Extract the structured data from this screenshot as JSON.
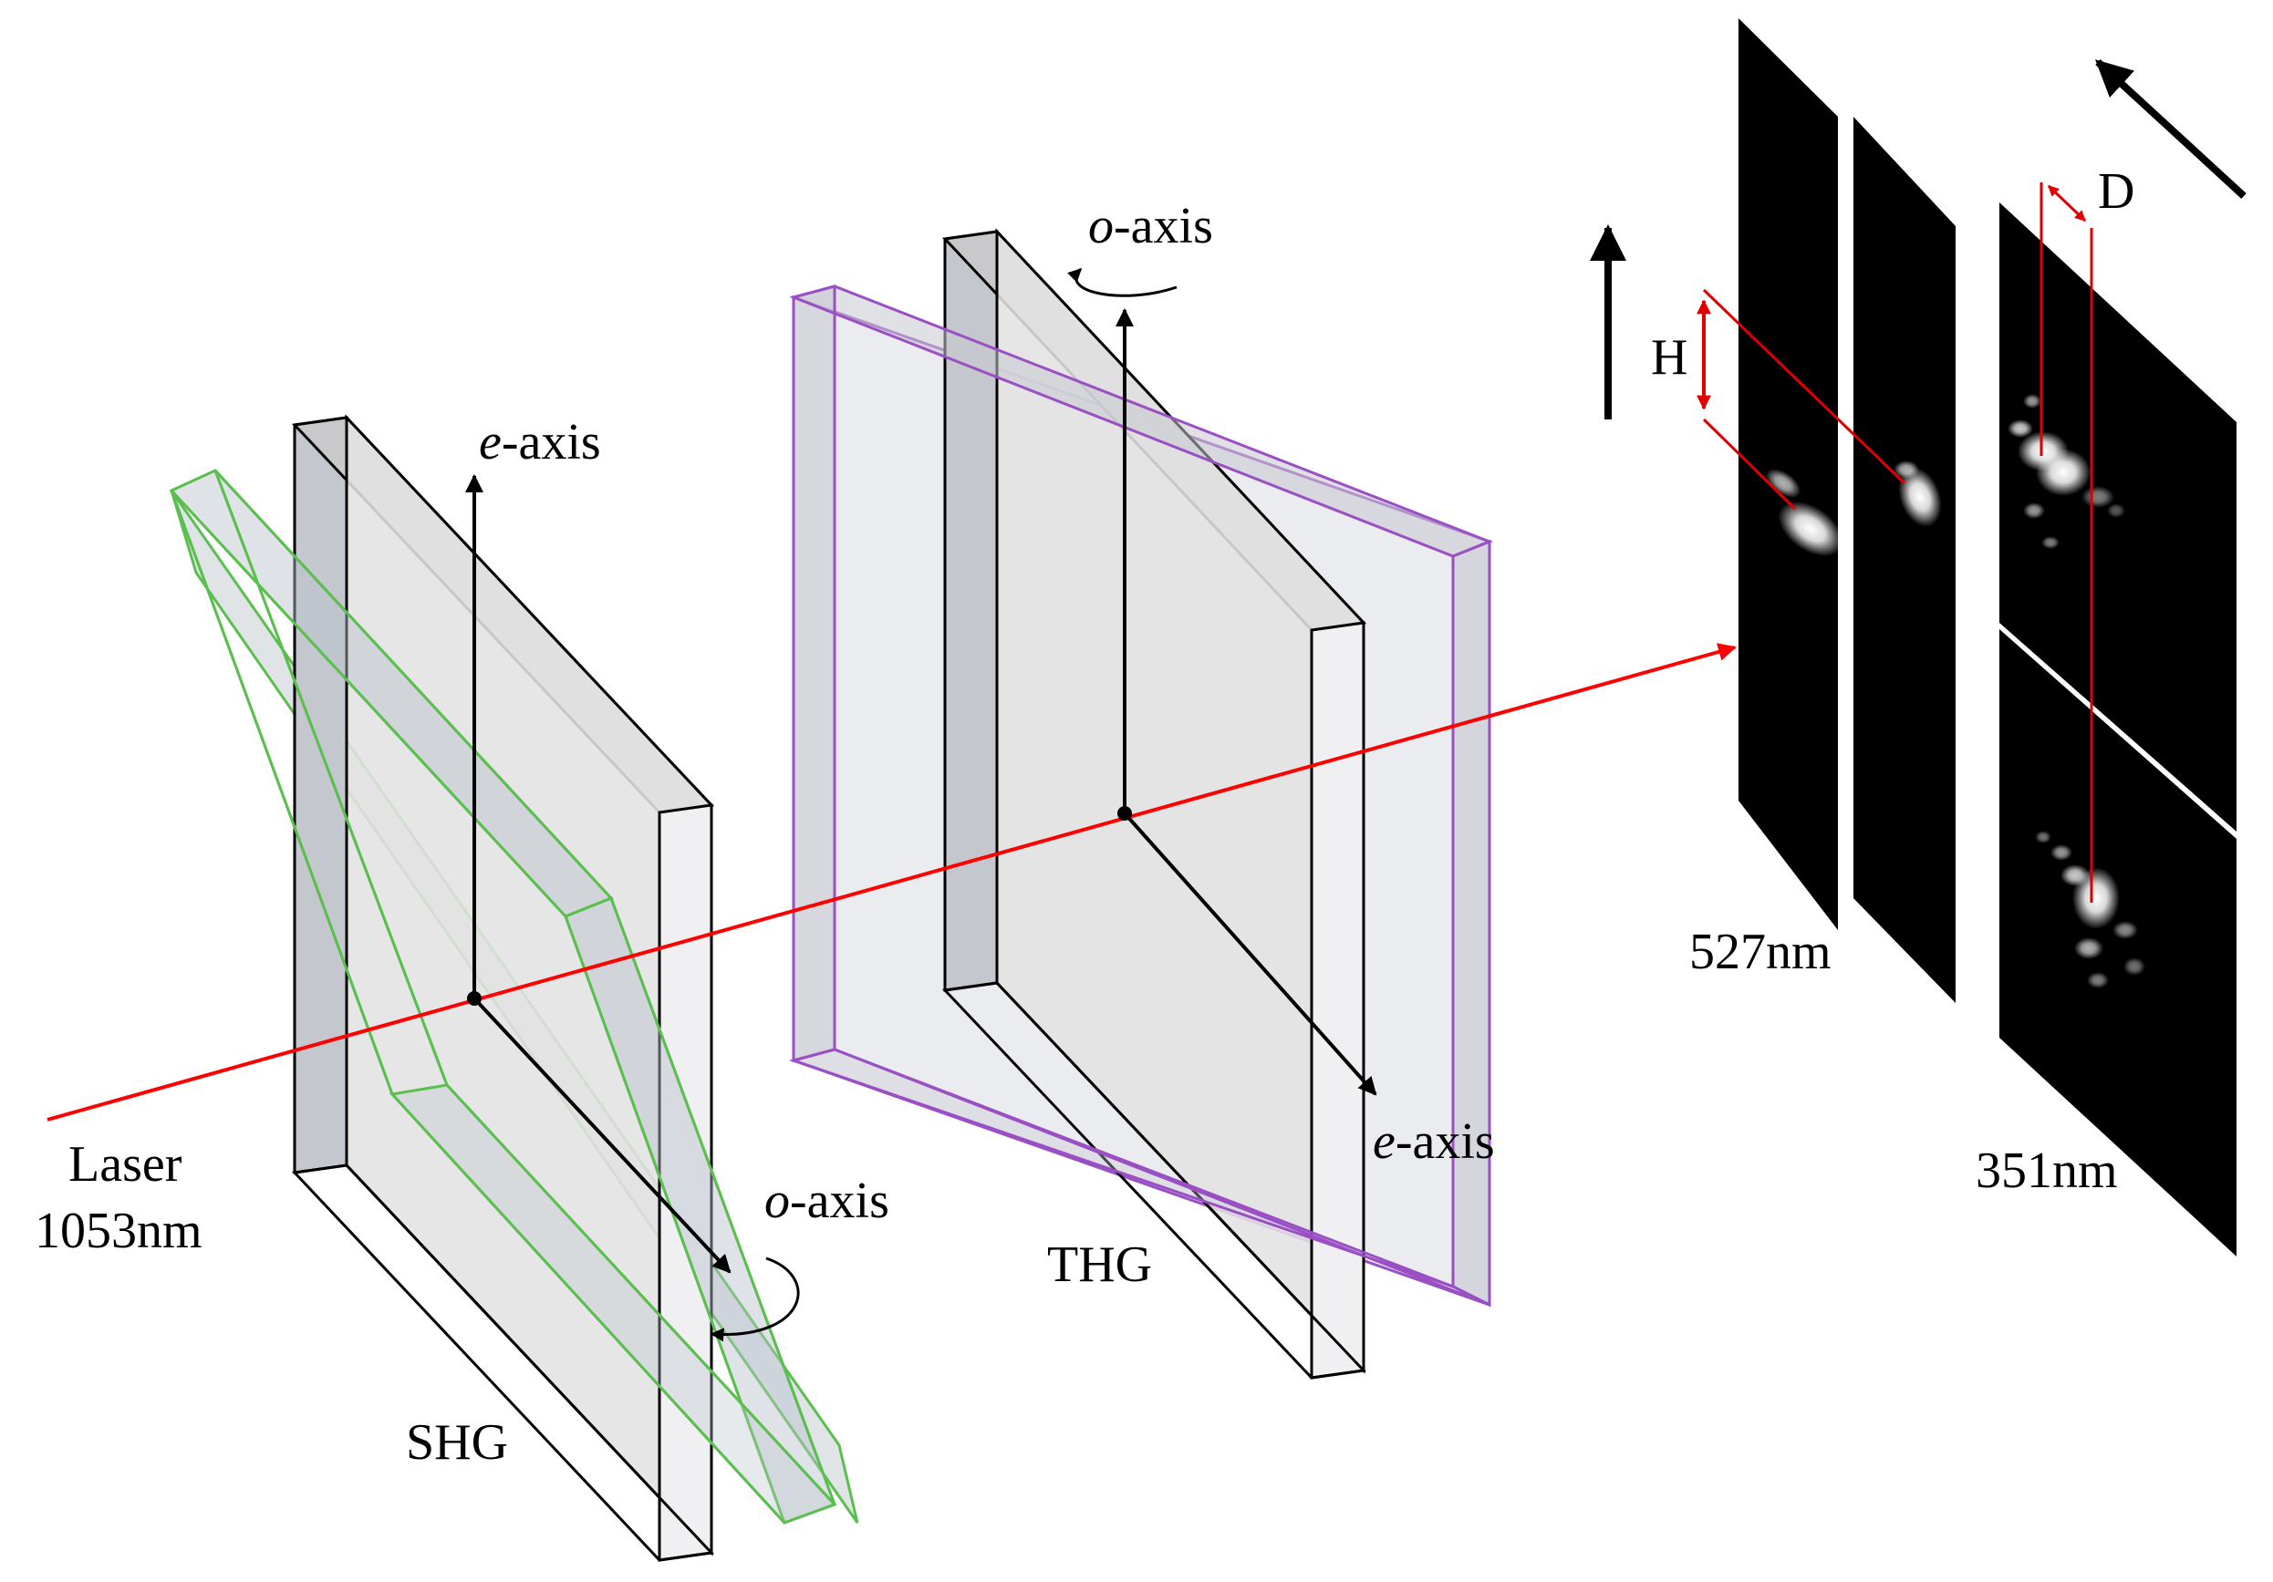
{
  "labels": {
    "laser_line1": "Laser",
    "laser_line2": "1053nm",
    "shg": "SHG",
    "thg": "THG",
    "shg_e_axis_italic": "e",
    "shg_e_axis_rest": "-axis",
    "shg_o_axis_italic": "o",
    "shg_o_axis_rest": "-axis",
    "thg_o_axis_italic": "o",
    "thg_o_axis_rest": "-axis",
    "thg_e_axis_italic": "e",
    "thg_e_axis_rest": "-axis",
    "wavelength_527": "527nm",
    "wavelength_351": "351nm",
    "h_marker": "H",
    "d_marker": "D"
  },
  "colors": {
    "laser_beam": "#ff0000",
    "measurement": "#e00000",
    "shg_tilted_frame": "#5bbf4f",
    "thg_tilted_frame": "#9b4fc4",
    "crystal_face": "#e2e2e2",
    "crystal_side": "#c4c8ce",
    "crystal_top": "#c9c9cc",
    "crystal_edge": "#f0f0f2",
    "far_field_panel": "#000000",
    "axis_arrow": "#000000"
  },
  "icons": {
    "rotation_shg": "rotation-arrow-icon",
    "rotation_thg": "rotation-arrow-icon",
    "direction_up": "arrow-up-icon",
    "direction_upleft": "arrow-upleft-icon"
  }
}
